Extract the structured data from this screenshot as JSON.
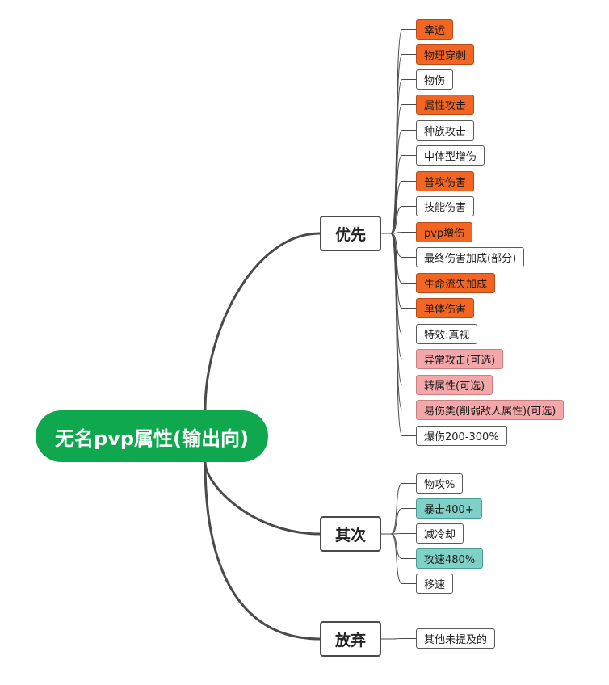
{
  "root": {
    "label": "无名pvp属性(输出向)",
    "color": "#0fa84f"
  },
  "branches": [
    {
      "label": "优先",
      "items": [
        {
          "label": "幸运",
          "style": "orange"
        },
        {
          "label": "物理穿刺",
          "style": "orange"
        },
        {
          "label": "物伤",
          "style": "plain"
        },
        {
          "label": "属性攻击",
          "style": "orange"
        },
        {
          "label": "种族攻击",
          "style": "plain"
        },
        {
          "label": "中体型增伤",
          "style": "plain"
        },
        {
          "label": "普攻伤害",
          "style": "orange"
        },
        {
          "label": "技能伤害",
          "style": "plain"
        },
        {
          "label": "pvp增伤",
          "style": "orange"
        },
        {
          "label": "最终伤害加成(部分)",
          "style": "plain"
        },
        {
          "label": "生命流失加成",
          "style": "orange"
        },
        {
          "label": "单体伤害",
          "style": "orange"
        },
        {
          "label": "特效:真视",
          "style": "plain"
        },
        {
          "label": "异常攻击(可选)",
          "style": "pink"
        },
        {
          "label": "转属性(可选)",
          "style": "pink"
        },
        {
          "label": "易伤类(削弱敌人属性)(可选)",
          "style": "pink"
        },
        {
          "label": "爆伤200-300%",
          "style": "plain"
        }
      ]
    },
    {
      "label": "其次",
      "items": [
        {
          "label": "物攻%",
          "style": "plain"
        },
        {
          "label": "暴击400+",
          "style": "teal"
        },
        {
          "label": "减冷却",
          "style": "plain"
        },
        {
          "label": "攻速480%",
          "style": "teal"
        },
        {
          "label": "移速",
          "style": "plain"
        }
      ]
    },
    {
      "label": "放弃",
      "items": [
        {
          "label": "其他未提及的",
          "style": "plain"
        }
      ]
    }
  ],
  "colors": {
    "orange": "#f26522",
    "pink": "#f4a7a9",
    "teal": "#7fd1c7",
    "line": "#4a4a4a"
  }
}
